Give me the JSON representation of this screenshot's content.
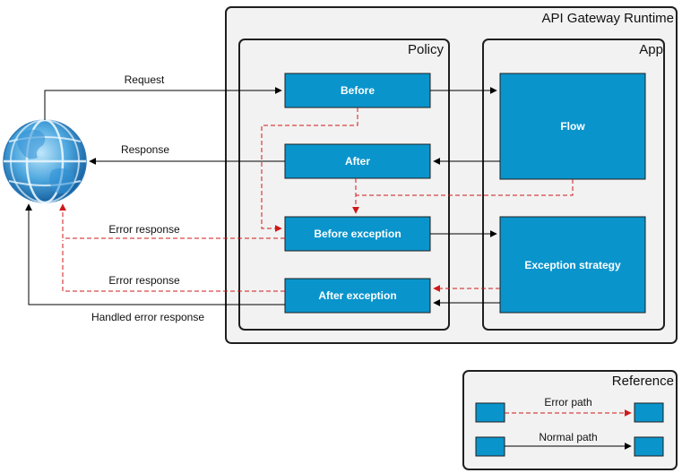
{
  "containers": {
    "runtime_title": "API Gateway Runtime",
    "policy_title": "Policy",
    "app_title": "App",
    "reference_title": "Reference"
  },
  "boxes": {
    "before": "Before",
    "after": "After",
    "before_exception": "Before exception",
    "after_exception": "After exception",
    "flow": "Flow",
    "exception_strategy": "Exception strategy"
  },
  "edge_labels": {
    "request": "Request",
    "response": "Response",
    "error_response_1": "Error response",
    "error_response_2": "Error response",
    "handled_error_response": "Handled error response"
  },
  "legend": {
    "error_path": "Error path",
    "normal_path": "Normal path"
  },
  "colors": {
    "box_fill": "#0a94cc",
    "box_stroke": "#1f1f1f",
    "container_fill": "#f2f2f2",
    "normal_edge": "#000000",
    "error_edge": "#d01818"
  },
  "icons": {
    "client": "globe-icon"
  }
}
